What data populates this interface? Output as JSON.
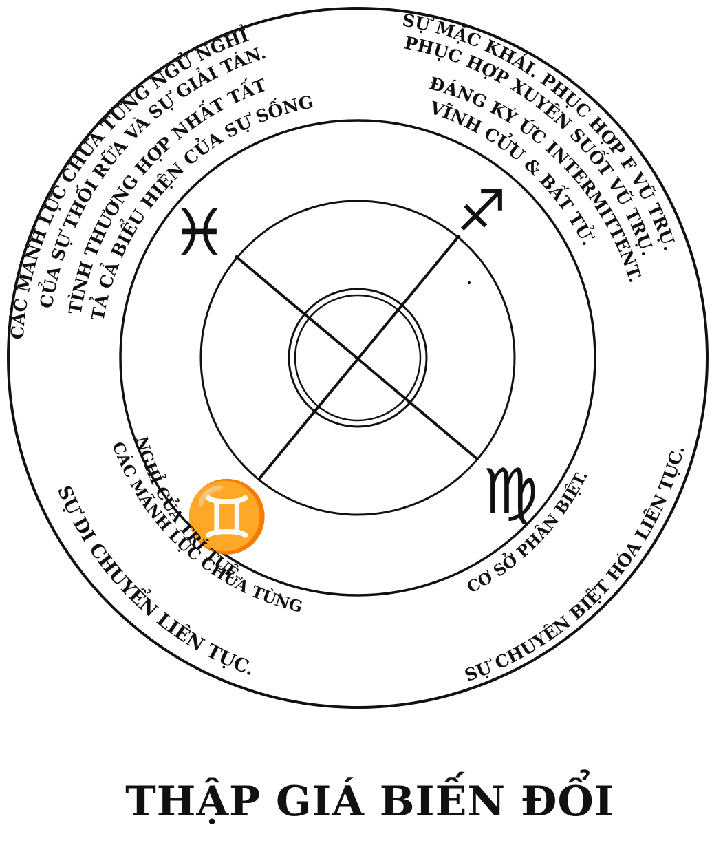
{
  "caption": "THẬP GIÁ BIẾN ĐỔI",
  "colors": {
    "ink": "#111111",
    "paper": "#ffffff"
  },
  "signs": {
    "top_left": "♓",
    "top_right": "♐",
    "bottom_left": "♊",
    "bottom_right": "♍"
  },
  "texts": {
    "pisces": [
      "CÁC MÃNH LỰC CHƯA TỪNG NGỦ NGHỈ",
      "CỦA SỰ THỐI RỮA VÀ SỰ GIẢI TÁN.",
      "TÌNH THƯƠNG HỢP NHẤT TẤT",
      "TẢ CẢ BIỂU HIỆN CỦA SỰ SỐNG."
    ],
    "sagittarius": [
      "SỰ MẶC KHẢI. PHỤC HỢP F VŨ TRỤ.",
      "PHỤC HỢP XUYÊN SUỐT VŨ TRỤ.",
      "ĐÁNG KÝ ỨC INTERMITTENT.",
      "VĨNH CỬU & BẤT TỬ."
    ],
    "gemini_inner": [
      "CÁC MÃNH LỰC CHƯA TỪNG",
      "NGHỈ CỦA TRÍ TUỆ."
    ],
    "gemini_outer": "SỰ DI CHUYỂN LIÊN TỤC.",
    "virgo_inner": "CƠ SỞ PHÂN BIỆT.",
    "virgo_outer": "SỰ CHUYÊN BIỆT HÓA LIÊN TỤC."
  }
}
